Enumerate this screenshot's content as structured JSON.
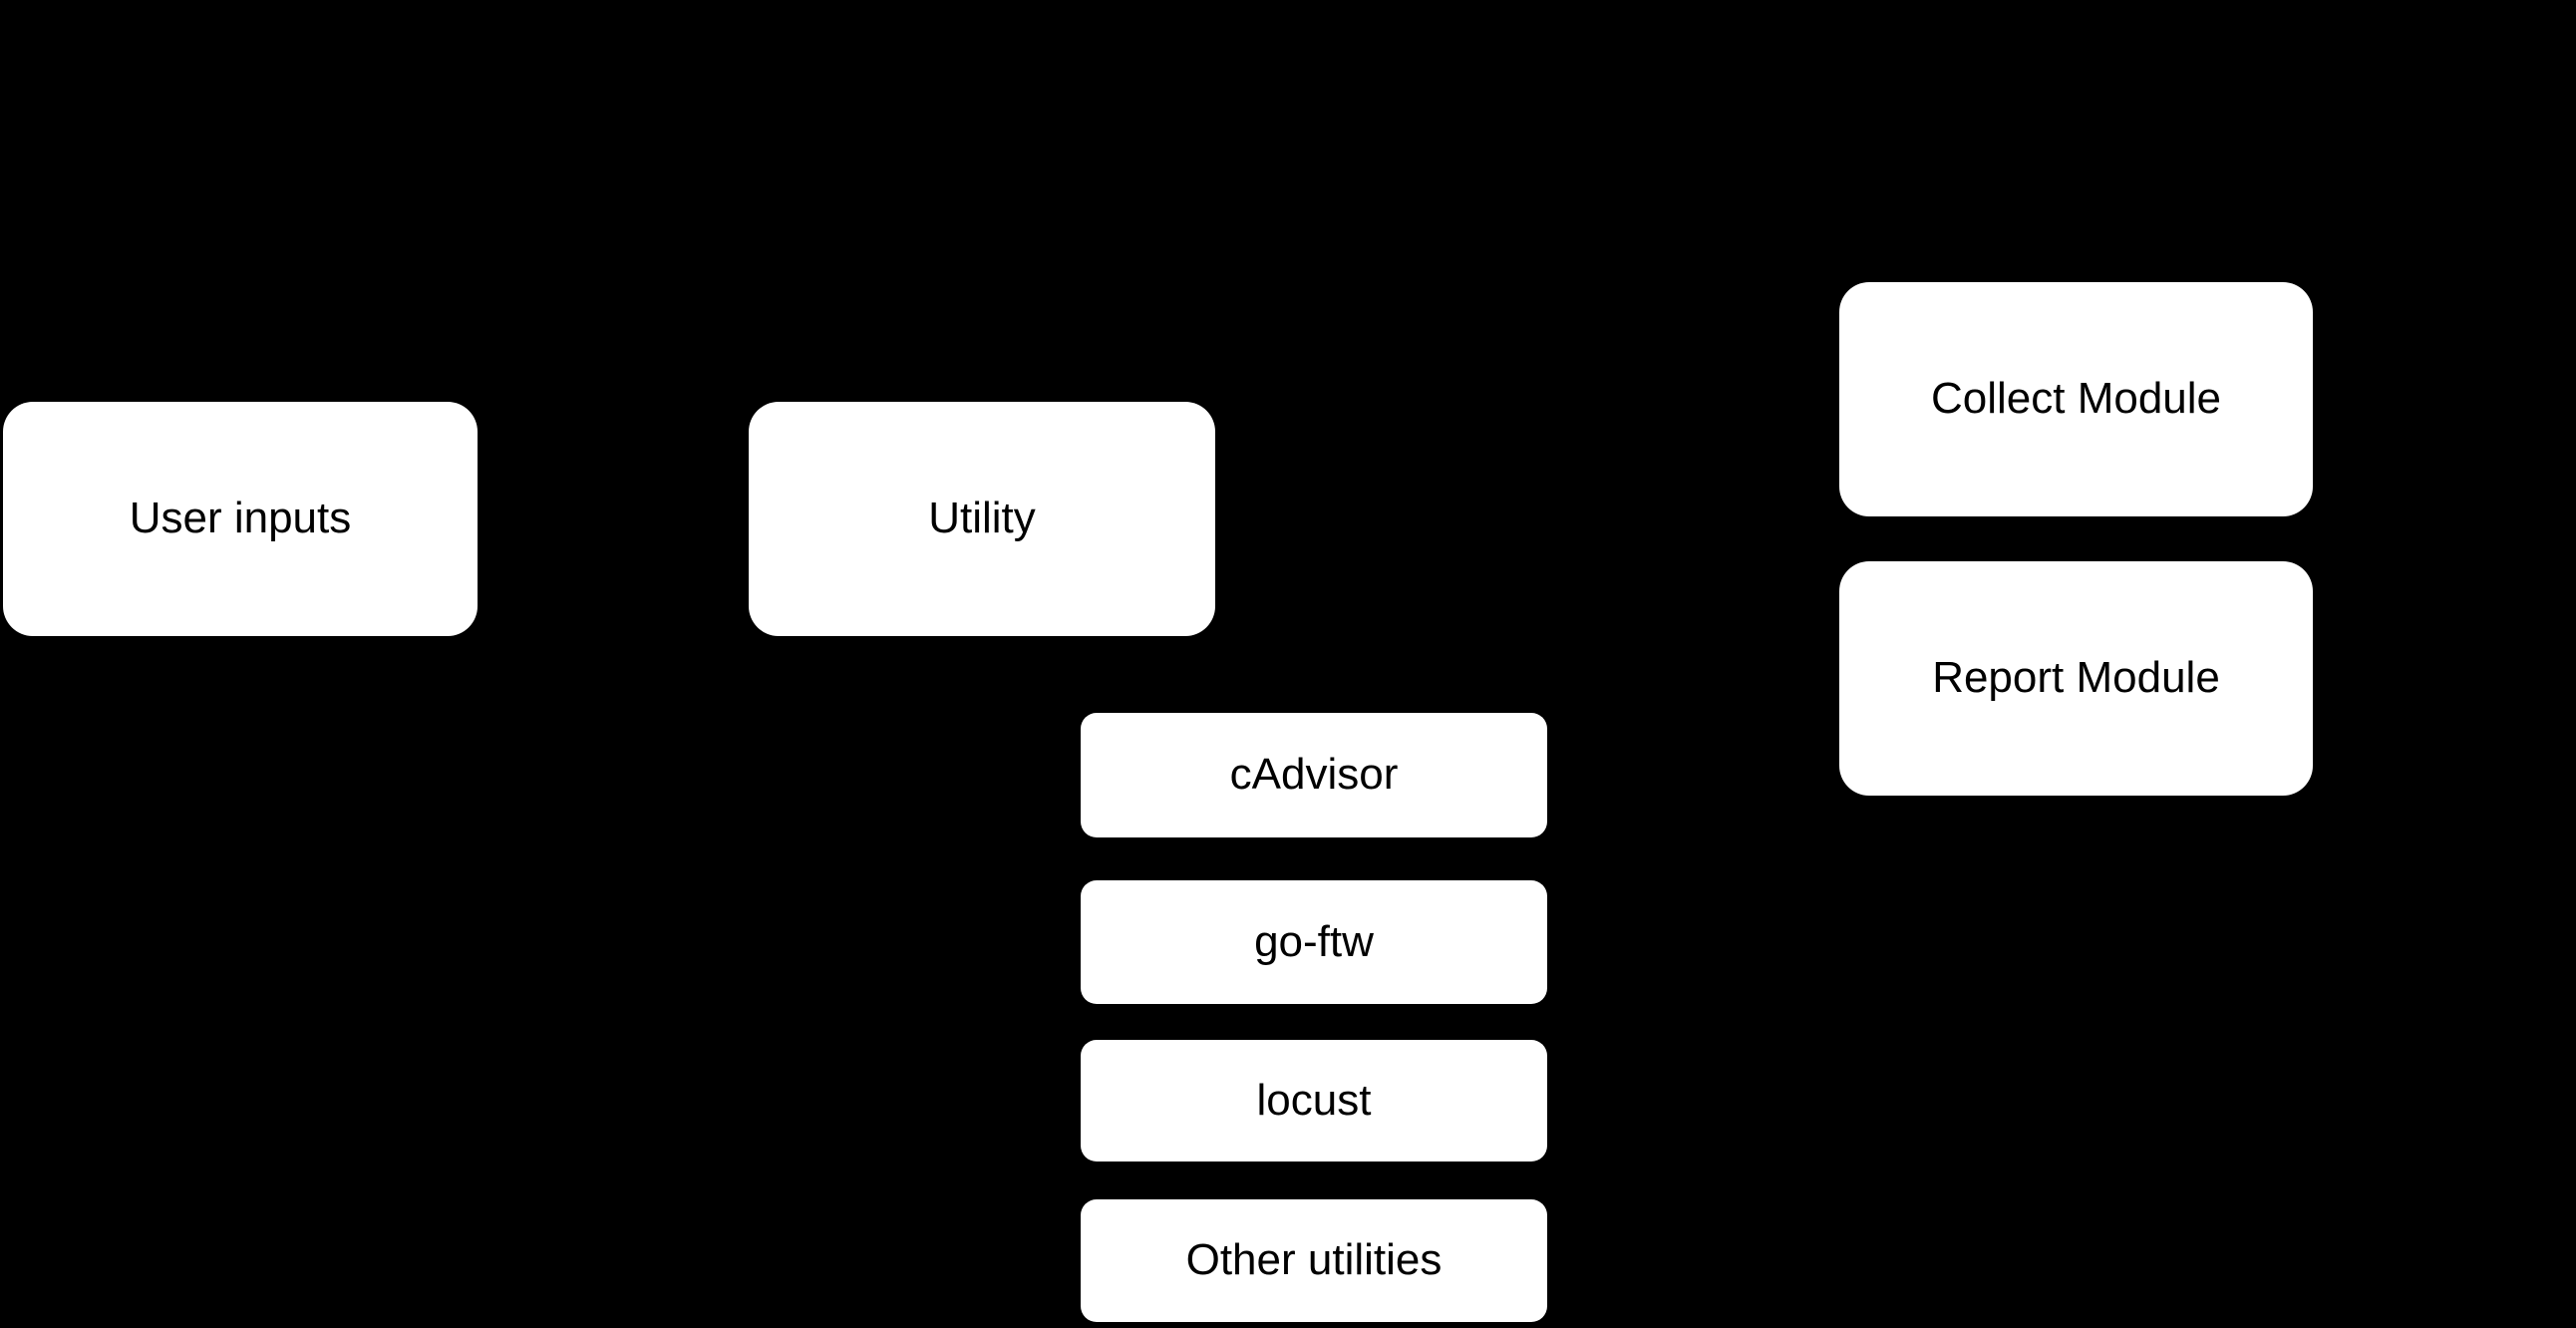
{
  "colors": {
    "background": "#000000",
    "node_fill": "#ffffff",
    "node_text": "#000000"
  },
  "diagram": {
    "nodes": [
      {
        "id": "user-inputs",
        "label": "User inputs"
      },
      {
        "id": "utility",
        "label": "Utility"
      },
      {
        "id": "collect-module",
        "label": "Collect Module"
      },
      {
        "id": "report-module",
        "label": "Report Module"
      },
      {
        "id": "cadvisor",
        "label": "cAdvisor"
      },
      {
        "id": "go-ftw",
        "label": "go-ftw"
      },
      {
        "id": "locust",
        "label": "locust"
      },
      {
        "id": "other-utilities",
        "label": "Other utilities"
      }
    ]
  }
}
